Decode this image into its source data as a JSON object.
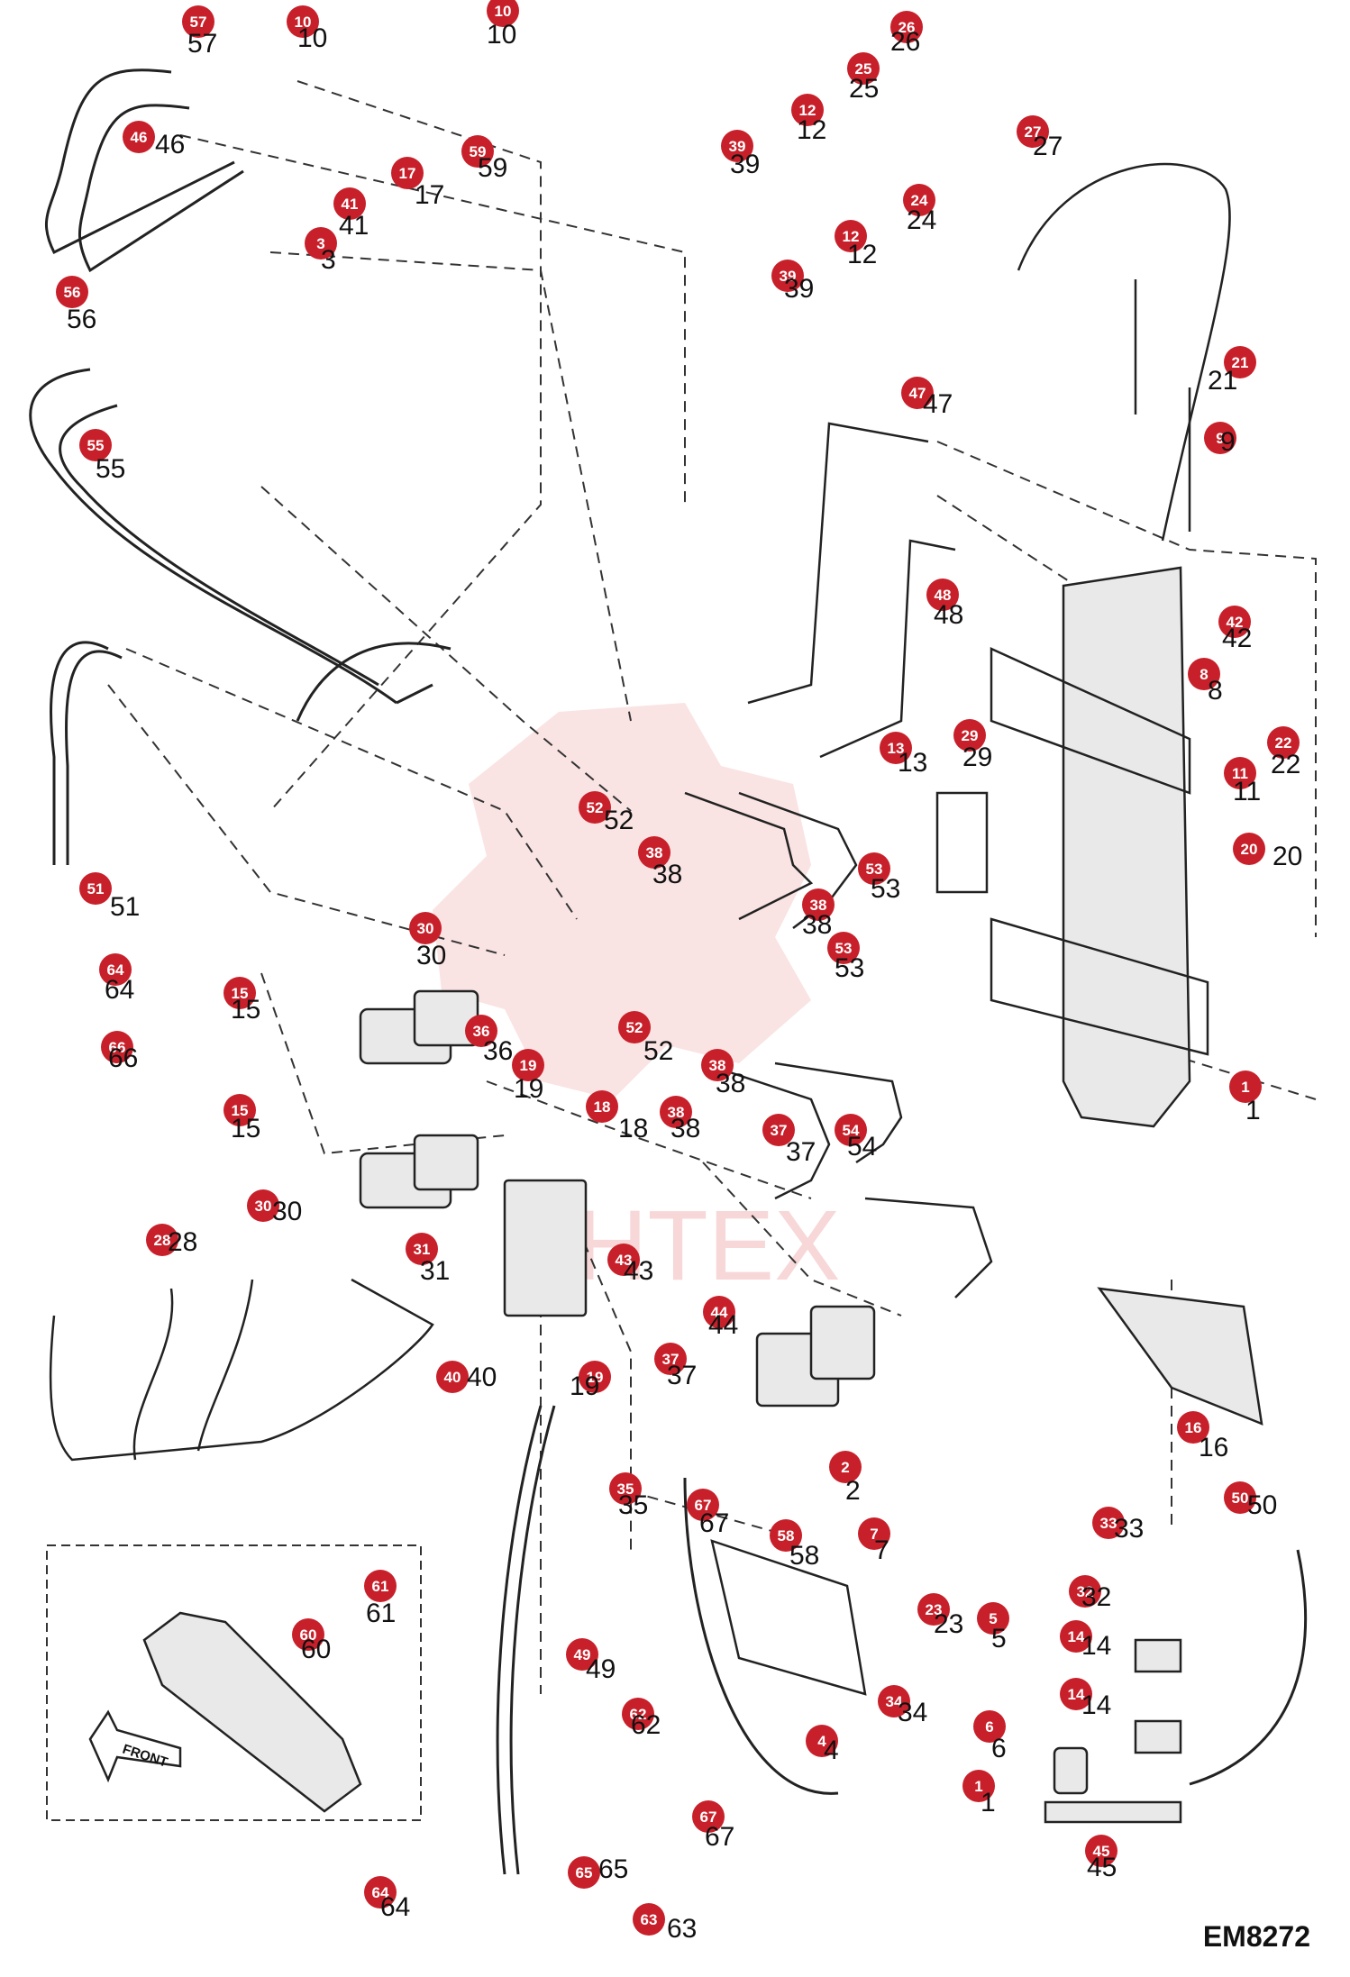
{
  "drawing": {
    "code": "EM8272",
    "inset_arrow_label": "FRONT",
    "watermark_text": "ИНТЕХ"
  },
  "colors": {
    "callout_badge": "#c8202a",
    "watermark": "#f2b8b8",
    "line": "#222222"
  },
  "callouts": [
    {
      "n": "57"
    },
    {
      "n": "10"
    },
    {
      "n": "10"
    },
    {
      "n": "26"
    },
    {
      "n": "46"
    },
    {
      "n": "25"
    },
    {
      "n": "27"
    },
    {
      "n": "59"
    },
    {
      "n": "12"
    },
    {
      "n": "39"
    },
    {
      "n": "17"
    },
    {
      "n": "41"
    },
    {
      "n": "24"
    },
    {
      "n": "3"
    },
    {
      "n": "12"
    },
    {
      "n": "39"
    },
    {
      "n": "56"
    },
    {
      "n": "21"
    },
    {
      "n": "47"
    },
    {
      "n": "9"
    },
    {
      "n": "55"
    },
    {
      "n": "48"
    },
    {
      "n": "42"
    },
    {
      "n": "8"
    },
    {
      "n": "29"
    },
    {
      "n": "22"
    },
    {
      "n": "13"
    },
    {
      "n": "11"
    },
    {
      "n": "52"
    },
    {
      "n": "20"
    },
    {
      "n": "38"
    },
    {
      "n": "53"
    },
    {
      "n": "38"
    },
    {
      "n": "51"
    },
    {
      "n": "30"
    },
    {
      "n": "53"
    },
    {
      "n": "64"
    },
    {
      "n": "15"
    },
    {
      "n": "36"
    },
    {
      "n": "52"
    },
    {
      "n": "19"
    },
    {
      "n": "38"
    },
    {
      "n": "66"
    },
    {
      "n": "18"
    },
    {
      "n": "38"
    },
    {
      "n": "37"
    },
    {
      "n": "1"
    },
    {
      "n": "15"
    },
    {
      "n": "54"
    },
    {
      "n": "30"
    },
    {
      "n": "28"
    },
    {
      "n": "31"
    },
    {
      "n": "43"
    },
    {
      "n": "44"
    },
    {
      "n": "40"
    },
    {
      "n": "19"
    },
    {
      "n": "37"
    },
    {
      "n": "2"
    },
    {
      "n": "16"
    },
    {
      "n": "35"
    },
    {
      "n": "67"
    },
    {
      "n": "50"
    },
    {
      "n": "58"
    },
    {
      "n": "7"
    },
    {
      "n": "33"
    },
    {
      "n": "61"
    },
    {
      "n": "23"
    },
    {
      "n": "32"
    },
    {
      "n": "60"
    },
    {
      "n": "5"
    },
    {
      "n": "49"
    },
    {
      "n": "14"
    },
    {
      "n": "62"
    },
    {
      "n": "34"
    },
    {
      "n": "14"
    },
    {
      "n": "4"
    },
    {
      "n": "6"
    },
    {
      "n": "1"
    },
    {
      "n": "67"
    },
    {
      "n": "45"
    },
    {
      "n": "65"
    },
    {
      "n": "64"
    },
    {
      "n": "63"
    }
  ]
}
